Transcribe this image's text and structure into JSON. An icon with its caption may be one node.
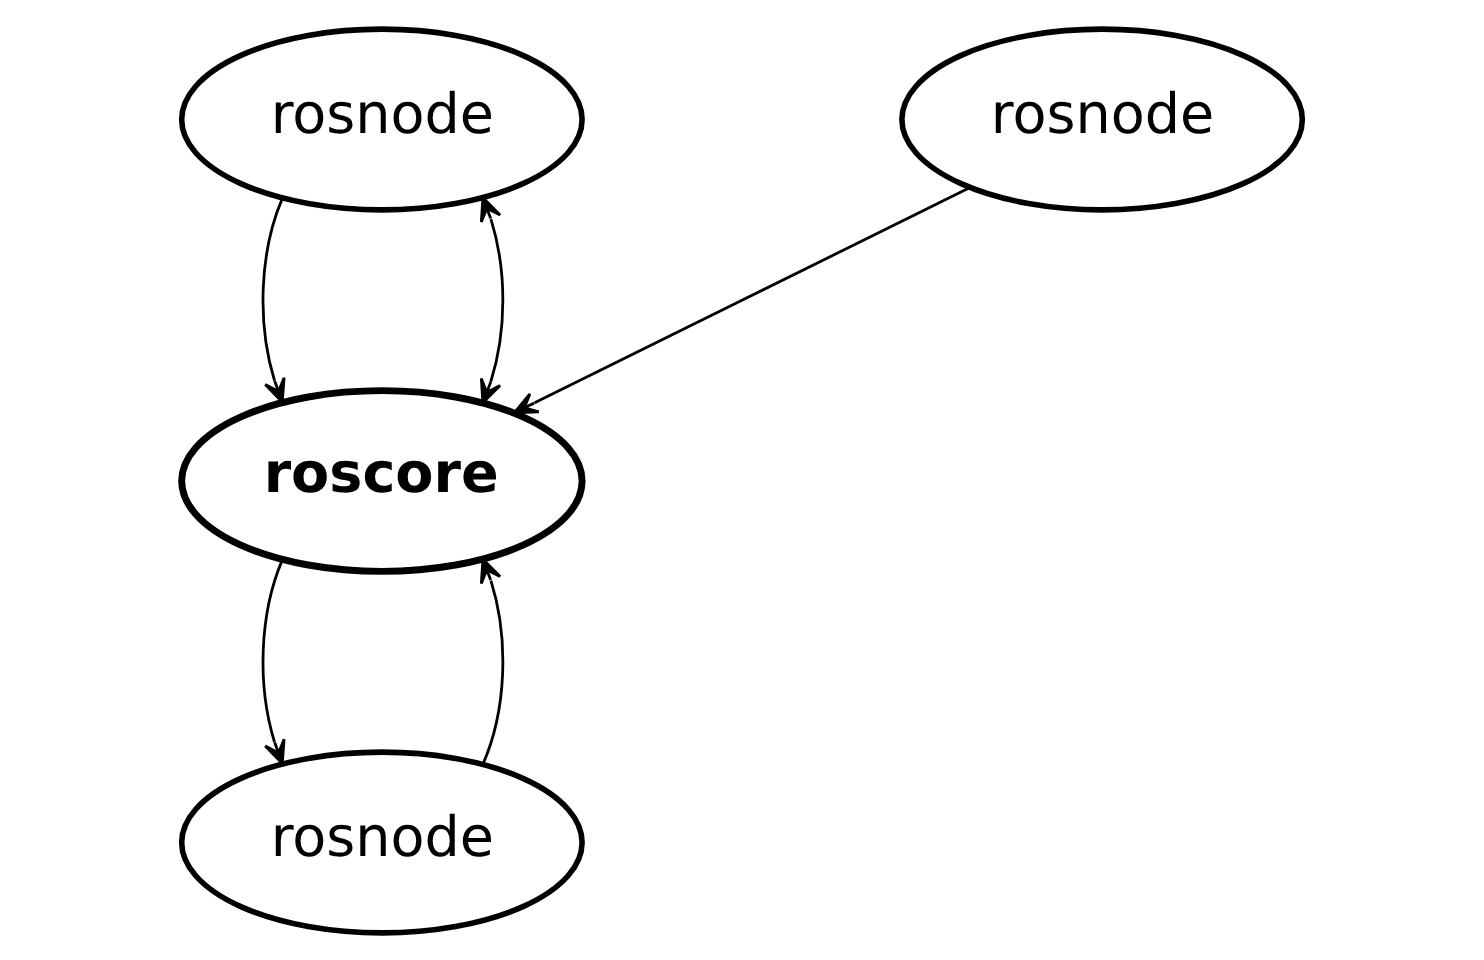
{
  "diagram": {
    "nodes": [
      {
        "text": [
          "rosnode"
        ]
      },
      {
        "text": [
          "rosnode"
        ]
      },
      {
        "text": [
          "roscore"
        ]
      },
      {
        "text": [
          "rosnode"
        ]
      }
    ],
    "edges": [
      {
        "from": 0,
        "to": 2,
        "arrow": "to"
      },
      {
        "from": 0,
        "to": 2,
        "arrow": "both"
      },
      {
        "from": 1,
        "to": 2,
        "arrow": "to"
      },
      {
        "from": 2,
        "to": 3,
        "arrow": "to"
      },
      {
        "from": 3,
        "to": 2,
        "arrow": "to"
      }
    ]
  }
}
